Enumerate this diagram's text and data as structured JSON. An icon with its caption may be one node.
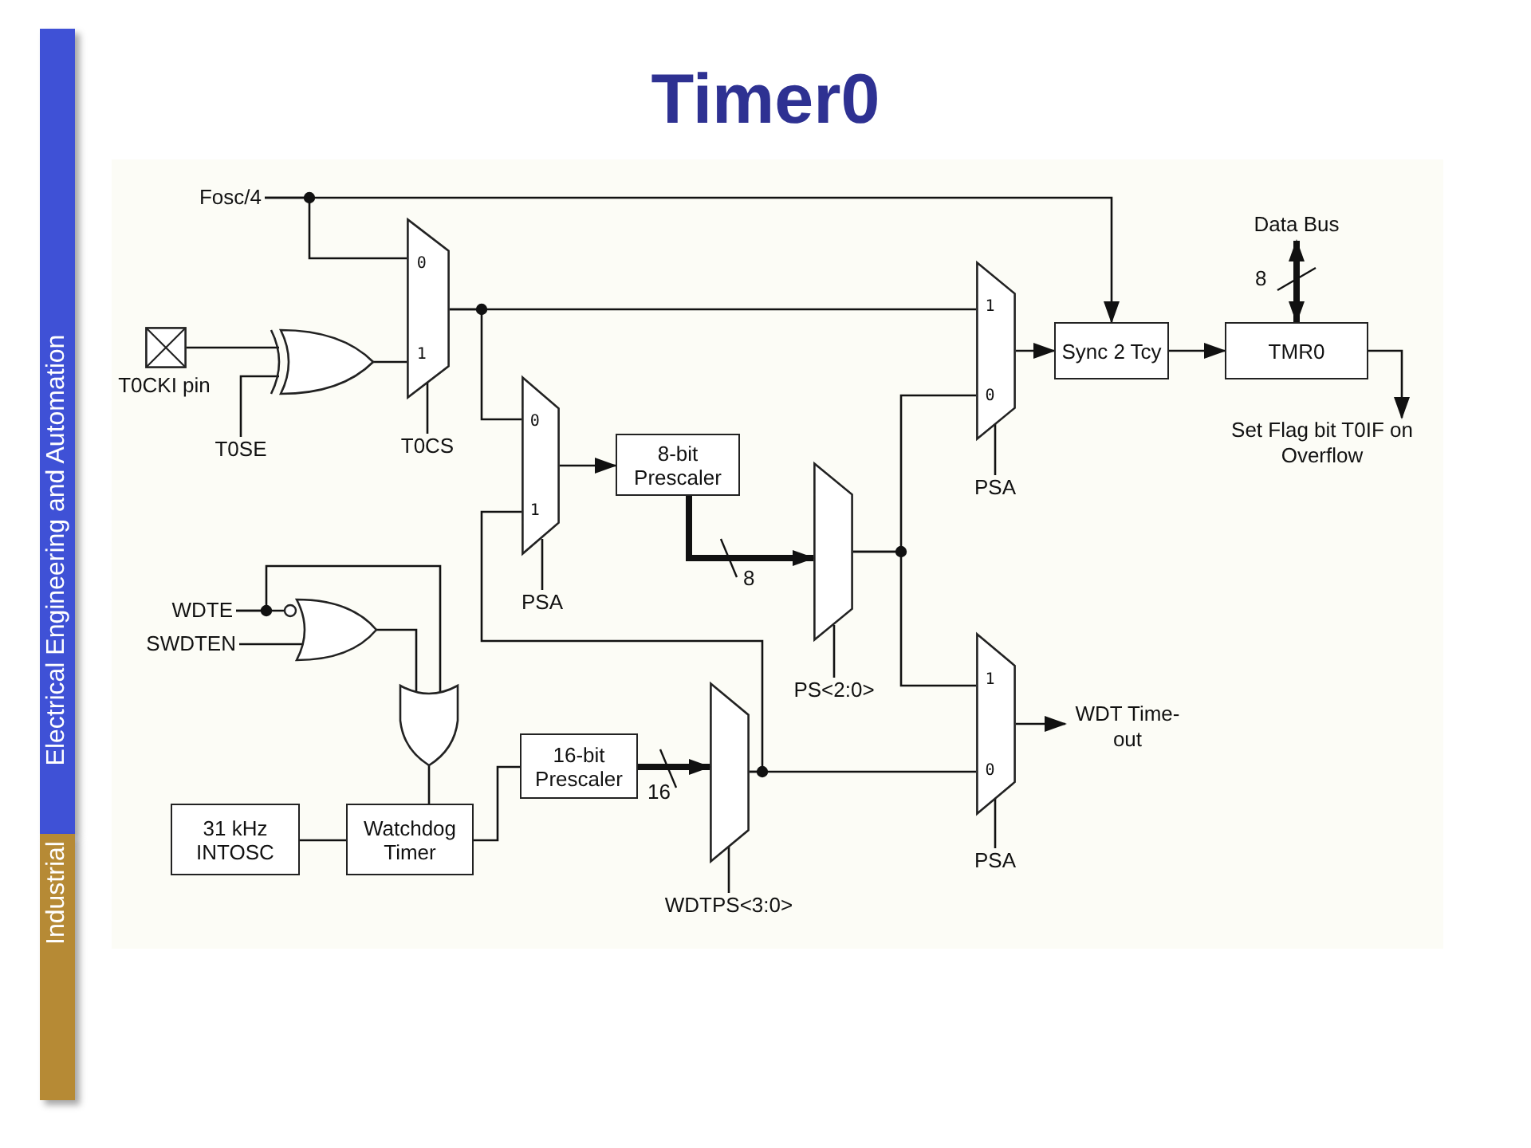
{
  "diagram": {
    "title": "Timer0",
    "nodes": [
      {
        "text": [
          "Fosc/4"
        ]
      },
      {
        "text": [],
        "shape": "box",
        "beside": [
          "T0CKI pin"
        ]
      },
      {
        "text": [
          "T0SE"
        ]
      },
      {
        "text": [],
        "shape": "gate"
      },
      {
        "text": [
          "0",
          "1"
        ]
      },
      {
        "text": [
          "T0CS"
        ]
      },
      {
        "text": [
          "0",
          "1"
        ]
      },
      {
        "text": [
          "PSA"
        ]
      },
      {
        "text": [
          "8-bit Prescaler"
        ]
      },
      {
        "text": [],
        "shape": "trapezoid"
      },
      {
        "text": [
          "PS<2:0>"
        ]
      },
      {
        "text": [
          "1",
          "0"
        ]
      },
      {
        "text": [
          "PSA"
        ]
      },
      {
        "text": [
          "Sync 2 Tcy"
        ]
      },
      {
        "text": [
          "TMR0"
        ]
      },
      {
        "text": [
          "Data Bus"
        ]
      },
      {
        "text": [
          "Set Flag bit T0IF on Overflow"
        ]
      },
      {
        "text": [
          "WDTE"
        ]
      },
      {
        "text": [
          "SWDTEN"
        ]
      },
      {
        "text": [],
        "shape": "gate"
      },
      {
        "text": [],
        "shape": "gate"
      },
      {
        "text": [
          "31 kHz INTOSC"
        ]
      },
      {
        "text": [
          "Watchdog Timer"
        ]
      },
      {
        "text": [
          "16-bit Prescaler"
        ]
      },
      {
        "text": [],
        "shape": "trapezoid"
      },
      {
        "text": [
          "WDTPS<3:0>"
        ]
      },
      {
        "text": [
          "1",
          "0"
        ]
      },
      {
        "text": [
          "PSA"
        ]
      },
      {
        "text": [
          "WDT Time-out"
        ]
      }
    ],
    "edges": [
      {
        "from": 0,
        "to": 4,
        "arrow": "none"
      },
      {
        "from": 0,
        "to": 13,
        "arrow": "to"
      },
      {
        "from": 1,
        "to": 3,
        "arrow": "none"
      },
      {
        "from": 2,
        "to": 3,
        "arrow": "none"
      },
      {
        "from": 3,
        "to": 4,
        "arrow": "none"
      },
      {
        "from": 5,
        "to": 4,
        "arrow": "none"
      },
      {
        "from": 4,
        "to": 11,
        "arrow": "none"
      },
      {
        "from": 4,
        "to": 6,
        "arrow": "none"
      },
      {
        "from": 6,
        "to": 8,
        "arrow": "to"
      },
      {
        "from": 7,
        "to": 6,
        "arrow": "none"
      },
      {
        "from": 8,
        "to": 9,
        "arrow": "to",
        "label": "8",
        "style": "thick"
      },
      {
        "from": 9,
        "to": 11,
        "arrow": "none"
      },
      {
        "from": 9,
        "to": 26,
        "arrow": "none"
      },
      {
        "from": 10,
        "to": 9,
        "arrow": "none"
      },
      {
        "from": 11,
        "to": 13,
        "arrow": "to"
      },
      {
        "from": 12,
        "to": 11,
        "arrow": "none"
      },
      {
        "from": 13,
        "to": 14,
        "arrow": "to"
      },
      {
        "from": 15,
        "to": 14,
        "arrow": "both",
        "label": "8",
        "style": "thick"
      },
      {
        "from": 14,
        "to": 16,
        "arrow": "to"
      },
      {
        "from": 17,
        "to": 19,
        "arrow": "none"
      },
      {
        "from": 17,
        "to": 20,
        "arrow": "none"
      },
      {
        "from": 18,
        "to": 19,
        "arrow": "none"
      },
      {
        "from": 19,
        "to": 20,
        "arrow": "none"
      },
      {
        "from": 20,
        "to": 22,
        "arrow": "none"
      },
      {
        "from": 21,
        "to": 22,
        "arrow": "none"
      },
      {
        "from": 22,
        "to": 23,
        "arrow": "none"
      },
      {
        "from": 23,
        "to": 24,
        "arrow": "to",
        "label": "16",
        "style": "thick"
      },
      {
        "from": 24,
        "to": 26,
        "arrow": "none"
      },
      {
        "from": 24,
        "to": 6,
        "arrow": "none"
      },
      {
        "from": 25,
        "to": 24,
        "arrow": "none"
      },
      {
        "from": 26,
        "to": 28,
        "arrow": "to"
      },
      {
        "from": 27,
        "to": 26,
        "arrow": "none"
      }
    ],
    "labels": [
      "Industrial",
      "Electrical Engineering and Automation"
    ]
  }
}
